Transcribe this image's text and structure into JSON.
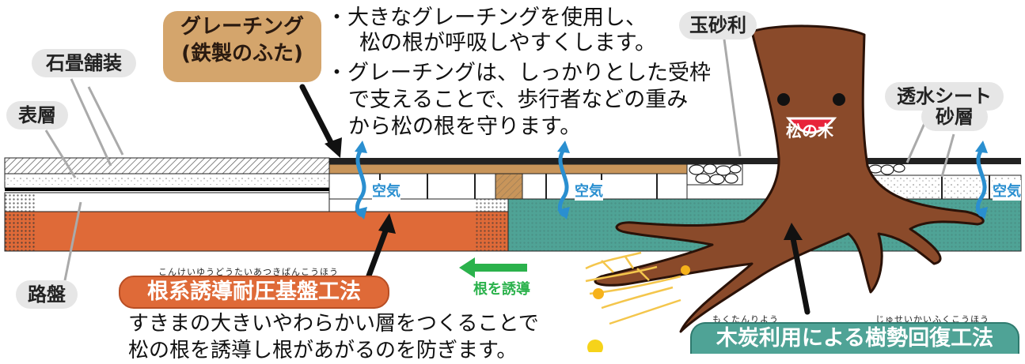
{
  "labels": {
    "stone_paving": "石畳舗装",
    "surface_layer": "表層",
    "roadbed": "路盤",
    "grating_line1": "グレーチング",
    "grating_line2": "(鉄製のふた)",
    "gravel": "玉砂利",
    "permeable_sheet": "透水シート",
    "sand_layer": "砂層",
    "pine_tree": "松の木",
    "air": "空気",
    "guide_roots": "根を誘導"
  },
  "notes": {
    "bullet1_line1": "大きなグレーチングを使用し、",
    "bullet1_line2": "松の根が呼吸しやすくします。",
    "bullet2_line1": "グレーチングは、しっかりとした受枠",
    "bullet2_line2": "で支えることで、歩行者などの重み",
    "bullet2_line3": "から松の根を守ります。"
  },
  "method_left": {
    "reading": "こんけいゆうどうたいあつきばんこうほう",
    "title": "根系誘導耐圧基盤工法",
    "desc_line1": "すきまの大きいやわらかい層をつくることで",
    "desc_line2": "松の根を誘導し根があがるのを防ぎます。"
  },
  "method_right": {
    "reading1": "もくたんりよう",
    "reading2": "じゅせいかいふくこうほう",
    "title": "木炭利用による樹勢回復工法"
  },
  "colors": {
    "orange_base": "#df6a38",
    "teal_base": "#4fa396",
    "trunk": "#8a4a2a",
    "grating_tan": "#c8955a",
    "air_blue": "#2a8fd0",
    "green_arrow": "#2bb24c"
  }
}
